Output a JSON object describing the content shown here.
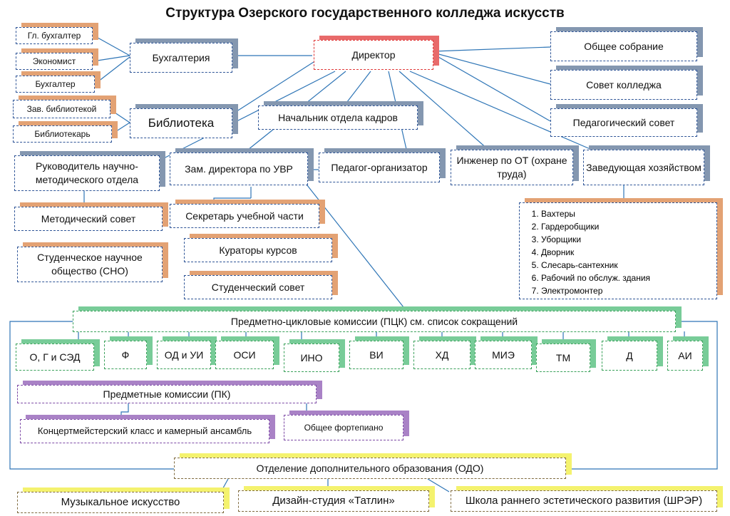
{
  "title": "Структура Озерского государственного колледжа искусств",
  "accounting": {
    "chief": "Гл. бухгалтер",
    "economist": "Экономист",
    "accountant": "Бухгалтер",
    "dept": "Бухгалтерия"
  },
  "library": {
    "head": "Зав. библиотекой",
    "librarian": "Библиотекарь",
    "dept": "Библиотека"
  },
  "director": "Директор",
  "hr_head": "Начальник отдела кадров",
  "councils": {
    "general": "Общее собрание",
    "college": "Совет колледжа",
    "pedagogical": "Педагогический совет"
  },
  "row2": {
    "research_head": "Руководитель научно-методического отдела",
    "deputy": "Зам. директора по УВР",
    "organizer": "Педагог-организатор",
    "engineer": "Инженер по ОТ (охране труда)",
    "housekeeper": "Заведующая хозяйством"
  },
  "method_council": "Методический совет",
  "sno": "Студенческое научное общество (СНО)",
  "secretary": "Секретарь учебной части",
  "curators": "Кураторы курсов",
  "student_council": "Студенческий совет",
  "staff_list": [
    "Вахтеры",
    "Гардеробщики",
    "Уборщики",
    "Дворник",
    "Слесарь-сантехник",
    "Рабочий по обслуж. здания",
    "Электромонтер"
  ],
  "pck": {
    "title": "Предметно-цикловые комиссии (ПЦК) см. список сокращений",
    "items": [
      "О, Г и СЭД",
      "Ф",
      "ОД и УИ",
      "ОСИ",
      "ИНО",
      "ВИ",
      "ХД",
      "МИЭ",
      "ТМ",
      "Д",
      "АИ"
    ]
  },
  "pk": {
    "title": "Предметные комиссии (ПК)",
    "concert": "Концертмейстерский класс и камерный ансамбль",
    "piano": "Общее фортепиано"
  },
  "odo": {
    "title": "Отделение дополнительного образования (ОДО)",
    "music": "Музыкальное искусство",
    "design": "Дизайн-студия «Татлин»",
    "school": "Школа раннего эстетического развития (ШРЭР)"
  }
}
